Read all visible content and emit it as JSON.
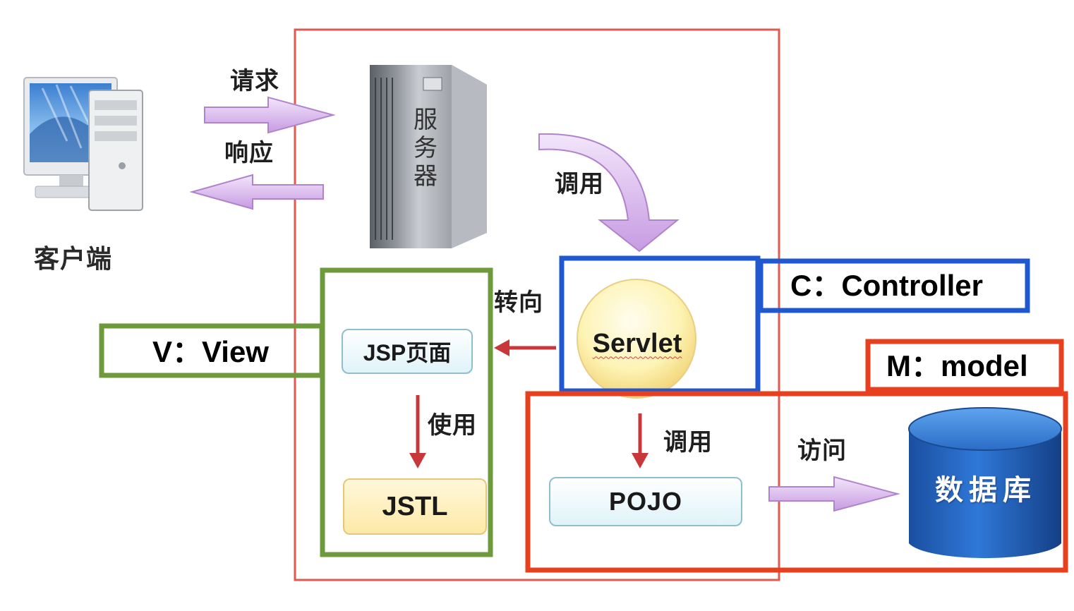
{
  "client": {
    "label": "客户端",
    "icon": "desktop-computer-icon"
  },
  "server": {
    "label": "服务器",
    "icon": "server-tower-icon"
  },
  "arrows": {
    "request": "请求",
    "response": "响应",
    "invoke_servlet": "调用",
    "forward": "转向",
    "use": "使用",
    "invoke_pojo": "调用",
    "access": "访问"
  },
  "nodes": {
    "servlet": "Servlet",
    "jsp": "JSP页面",
    "jstl": "JSTL",
    "pojo": "POJO",
    "database": "数据库"
  },
  "mvc": {
    "controller": "C：Controller",
    "view": "V：View",
    "model": "M：model"
  },
  "colors": {
    "outer_frame": "#e05a4f",
    "controller_frame": "#2058d0",
    "view_frame": "#6e9a3c",
    "model_frame": "#e8401f",
    "purple_arrow": "#c89be0",
    "red_arrow": "#c8373a",
    "database_blue": "#1f5fbf"
  }
}
